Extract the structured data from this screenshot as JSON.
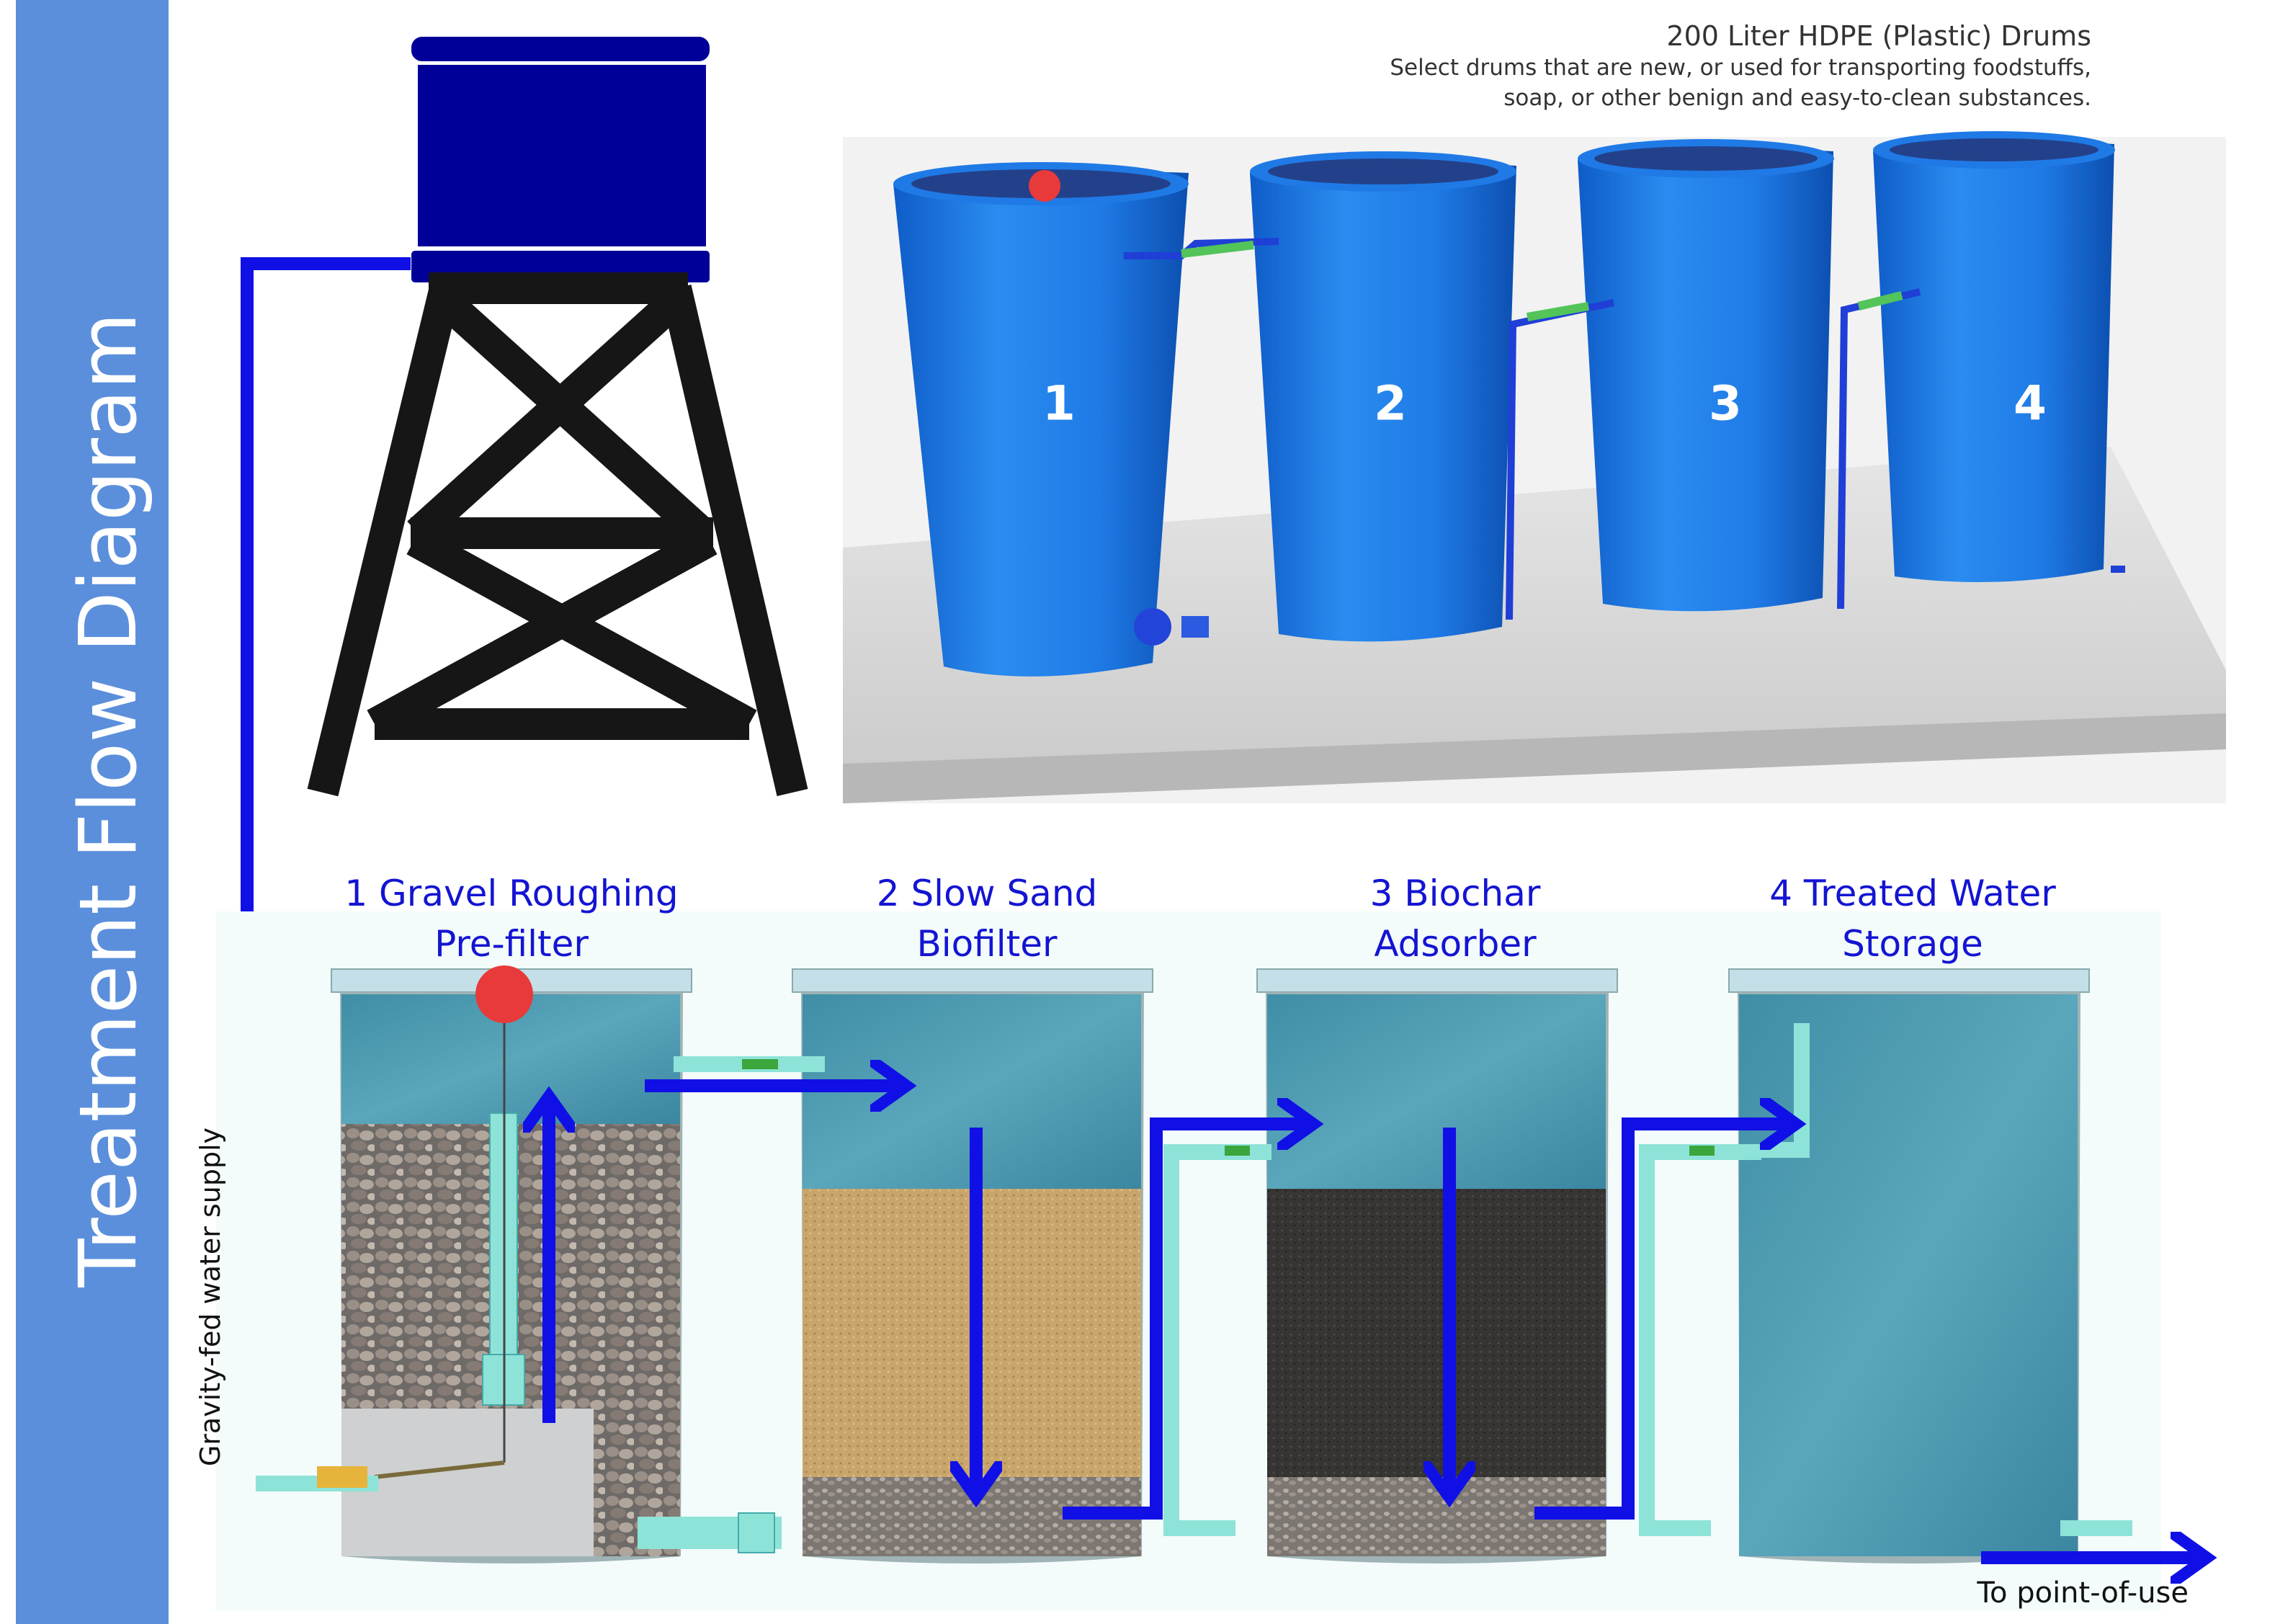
{
  "sidebar": {
    "title": "Treatment Flow Diagram"
  },
  "drums_note": {
    "title": "200 Liter HDPE (Plastic) Drums",
    "line1": "Select drums that are new, or used for transporting foodstuffs,",
    "line2": "soap, or other benign and easy-to-clean substances."
  },
  "drums": [
    {
      "number": "1"
    },
    {
      "number": "2"
    },
    {
      "number": "3"
    },
    {
      "number": "4"
    }
  ],
  "stages": [
    {
      "line1": "1 Gravel Roughing",
      "line2": "Pre-filter"
    },
    {
      "line1": "2 Slow Sand",
      "line2": "Biofilter"
    },
    {
      "line1": "3 Biochar",
      "line2": "Adsorber"
    },
    {
      "line1": "4 Treated Water",
      "line2": "Storage"
    }
  ],
  "labels": {
    "supply": "Gravity-fed water supply",
    "point_of_use": "To point-of-use"
  },
  "colors": {
    "sidebar": "#5b8fdc",
    "flow_arrow": "#1010e6",
    "tank": "#000099",
    "tower": "#161616",
    "drum": "#1e7be6",
    "water": "#4e97ac",
    "pipe": "#8ee3d8"
  }
}
